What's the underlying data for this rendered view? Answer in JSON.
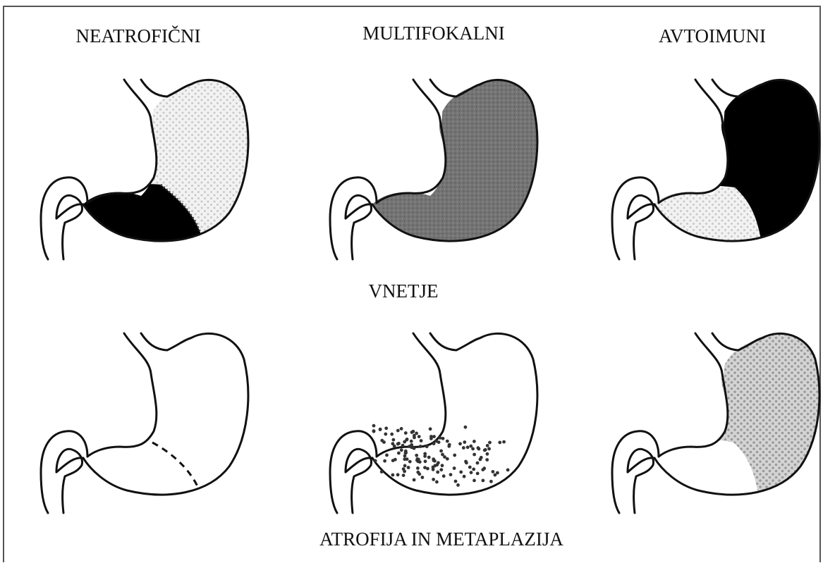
{
  "labels": {
    "col1": "NEATROFIČNI",
    "col2": "MULTIFOKALNI",
    "col3": "AVTOIMUNI",
    "middle": "VNETJE",
    "bottom": "ATROFIJA IN METAPLAZIJA"
  },
  "colors": {
    "outline": "#111111",
    "black_fill": "#000000",
    "dark_gray": "#6e6e6e",
    "light_dots": "#cfcfcf",
    "medium_dots": "#a6a6a6"
  }
}
